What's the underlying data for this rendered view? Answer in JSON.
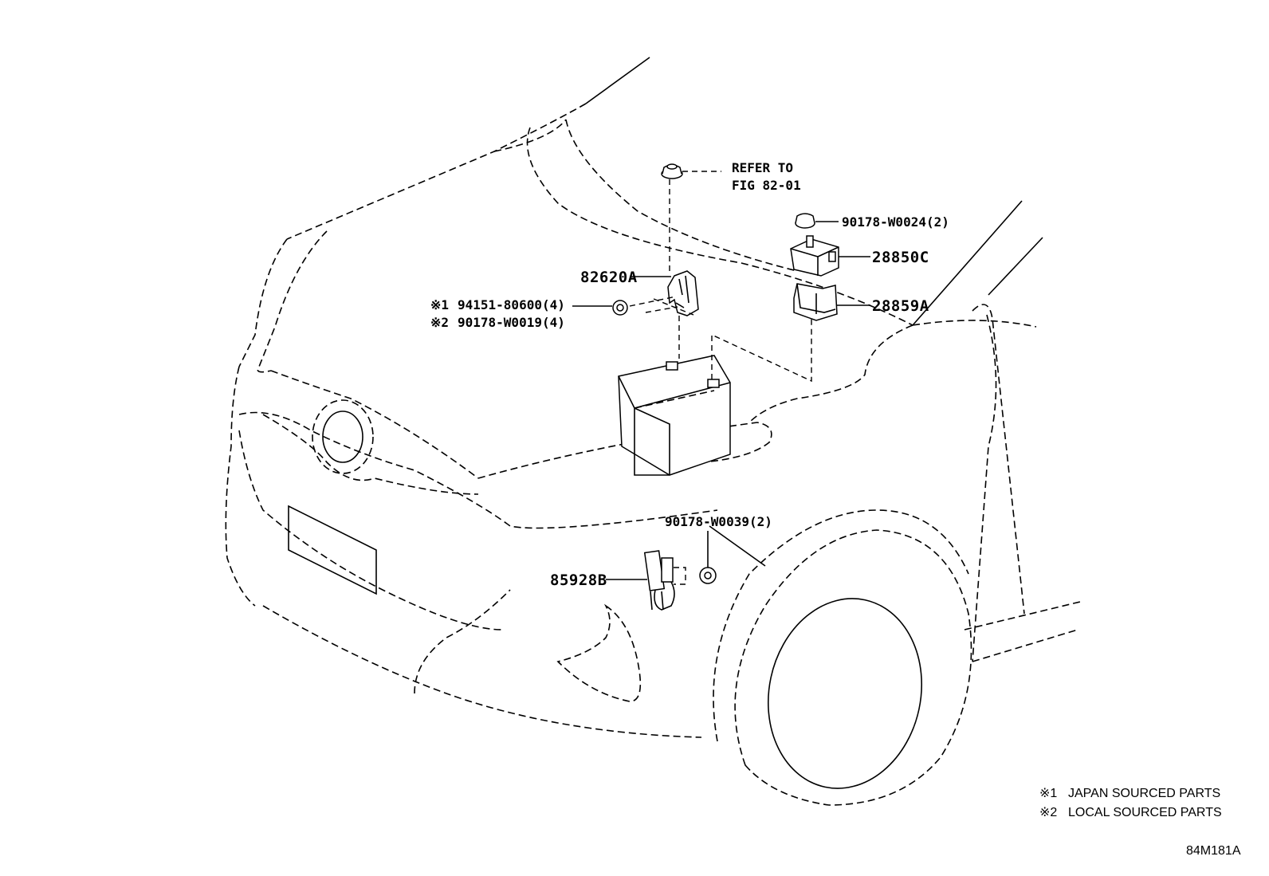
{
  "diagram_code": "84M181A",
  "notes": [
    {
      "mark": "※1",
      "text": "JAPAN SOURCED PARTS"
    },
    {
      "mark": "※2",
      "text": "LOCAL SOURCED PARTS"
    }
  ],
  "callouts": {
    "refer": {
      "line1": "REFER TO",
      "line2": "FIG 82-01"
    },
    "nut_top": "90178-W0024(2)",
    "p28850c": "28850C",
    "p28859a": "28859A",
    "p82620a": "82620A",
    "bolt_japan": {
      "mark": "※1",
      "text": "94151-80600(4)"
    },
    "bolt_local": {
      "mark": "※2",
      "text": "90178-W0019(4)"
    },
    "nut_lower": "90178-W0039(2)",
    "p85928b": "85928B"
  }
}
